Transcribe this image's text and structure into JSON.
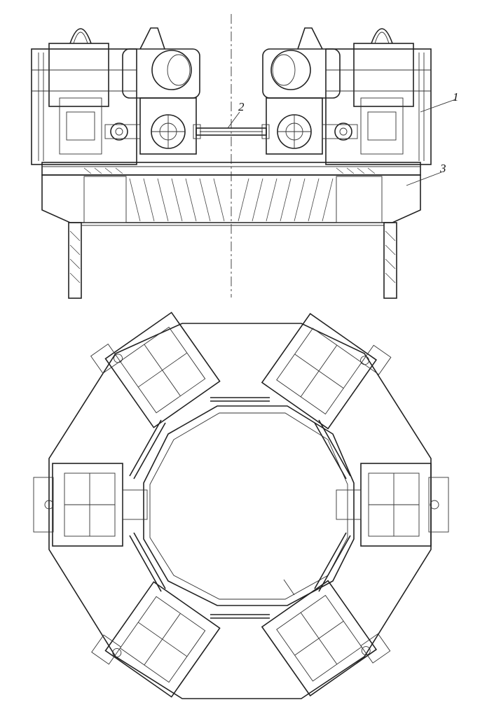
{
  "callouts": [
    {
      "id": "callout-1",
      "text": "1"
    },
    {
      "id": "callout-2",
      "text": "2"
    },
    {
      "id": "callout-3",
      "text": "3"
    }
  ],
  "colors": {
    "ink": "#222222",
    "paper": "#ffffff"
  }
}
